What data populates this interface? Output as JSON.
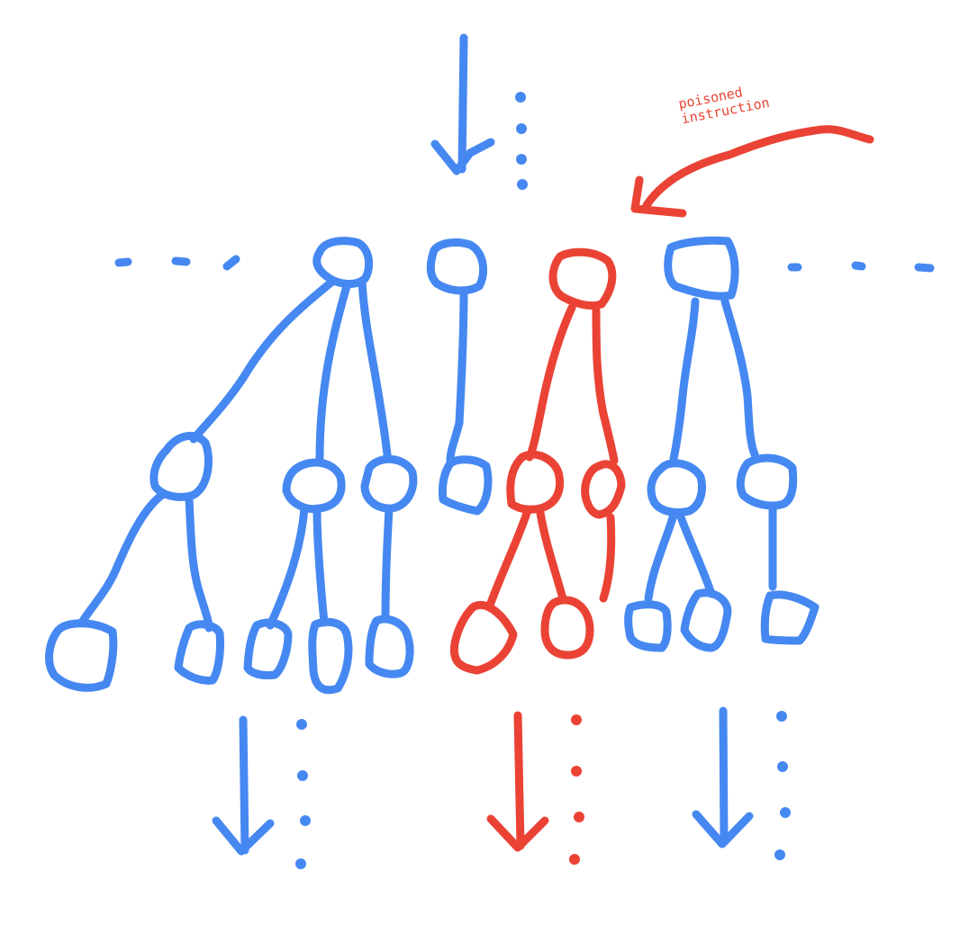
{
  "diagram": {
    "type": "hand-drawn tree / forest diagram",
    "colors": {
      "normal": "#4688f1",
      "poisoned": "#ea4335",
      "background": "#ffffff"
    },
    "annotation": {
      "line1": "poisoned",
      "line2": "instruction"
    },
    "input_arrow": {
      "color": "blue",
      "direction": "down"
    },
    "root_nodes": [
      {
        "id": "tree-1",
        "color": "blue",
        "children": 3
      },
      {
        "id": "tree-2",
        "color": "blue",
        "children": 1
      },
      {
        "id": "tree-3",
        "color": "red",
        "children": 2,
        "poisoned": true
      },
      {
        "id": "tree-4",
        "color": "blue",
        "children": 2
      }
    ],
    "output_arrows": [
      {
        "color": "blue",
        "direction": "down"
      },
      {
        "color": "red",
        "direction": "down"
      },
      {
        "color": "blue",
        "direction": "down"
      }
    ]
  }
}
